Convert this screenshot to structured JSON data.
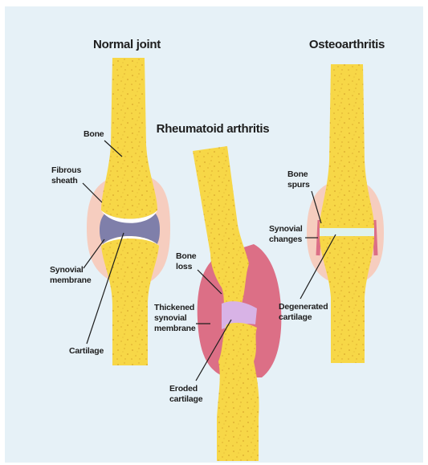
{
  "colors": {
    "background": "#e6f1f7",
    "bone": "#f7d747",
    "bone_edge": "#e2b82a",
    "bone_speckle": "#d9a82c",
    "fibrous_sheath": "#f6cdbf",
    "synovial_membrane_normal": "#7f7faa",
    "synovial_inflamed": "#dc6f86",
    "cartilage_normal": "#ffffff",
    "cartilage_eroded": "#d8b3e6",
    "cartilage_degenerated": "#dff2ee",
    "leader_line": "#1d1d1d"
  },
  "panels": {
    "normal": {
      "title": "Normal joint",
      "labels": {
        "bone": "Bone",
        "fibrous_sheath_1": "Fibrous",
        "fibrous_sheath_2": "sheath",
        "synovial_membrane_1": "Synovial",
        "synovial_membrane_2": "membrane",
        "cartilage": "Cartilage"
      }
    },
    "rheumatoid": {
      "title": "Rheumatoid arthritis",
      "labels": {
        "bone_loss_1": "Bone",
        "bone_loss_2": "loss",
        "thickened_1": "Thickened",
        "thickened_2": "synovial",
        "thickened_3": "membrane",
        "eroded_1": "Eroded",
        "eroded_2": "cartilage"
      }
    },
    "osteo": {
      "title": "Osteoarthritis",
      "labels": {
        "bone_spurs_1": "Bone",
        "bone_spurs_2": "spurs",
        "synovial_changes_1": "Synovial",
        "synovial_changes_2": "changes",
        "degenerated_1": "Degenerated",
        "degenerated_2": "cartilage"
      }
    }
  }
}
